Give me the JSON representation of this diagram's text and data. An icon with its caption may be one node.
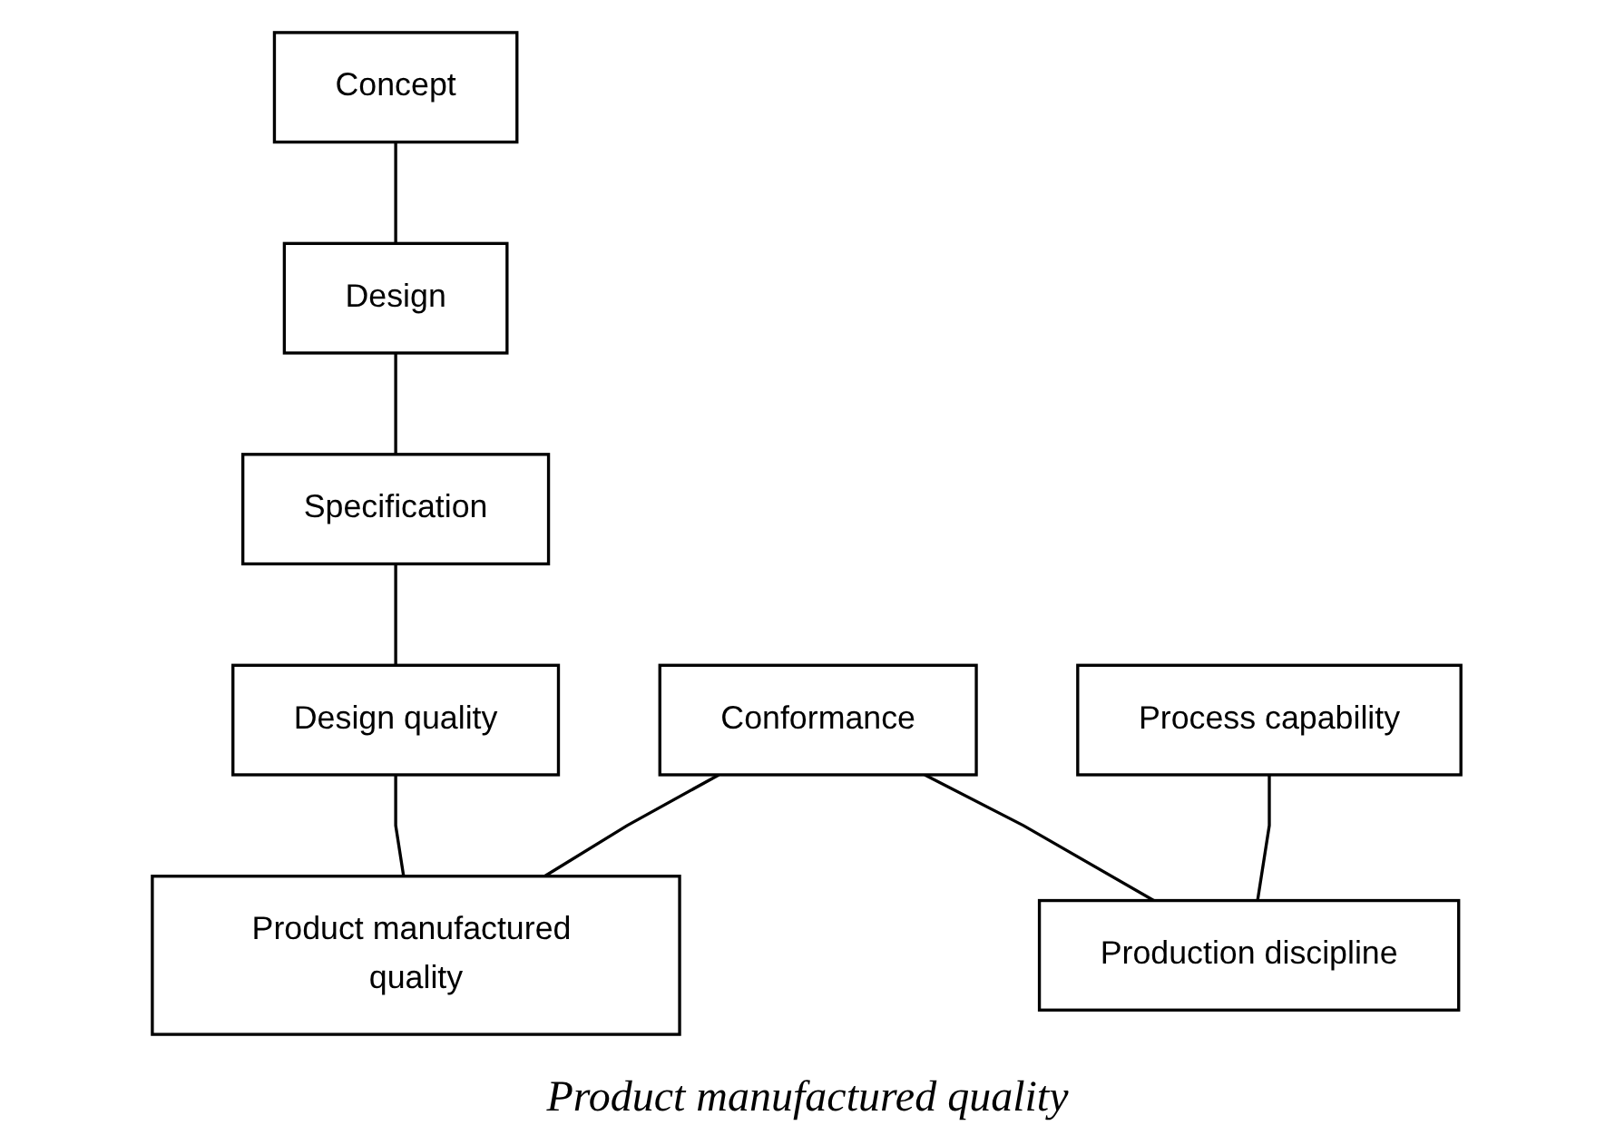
{
  "diagram": {
    "caption": "Product manufactured quality",
    "nodes": [
      {
        "text": [
          "Concept"
        ]
      },
      {
        "text": [
          "Design"
        ]
      },
      {
        "text": [
          "Specification"
        ]
      },
      {
        "text": [
          "Design quality"
        ]
      },
      {
        "text": [
          "Product manufactured quality"
        ]
      },
      {
        "text": [
          "Conformance"
        ]
      },
      {
        "text": [
          "Process capability"
        ]
      },
      {
        "text": [
          "Production discipline"
        ]
      }
    ],
    "edges": [
      {
        "from": 0,
        "to": 1,
        "arrow": "none"
      },
      {
        "from": 1,
        "to": 2,
        "arrow": "none"
      },
      {
        "from": 2,
        "to": 3,
        "arrow": "none"
      },
      {
        "from": 3,
        "to": 4,
        "arrow": "none"
      },
      {
        "from": 5,
        "to": 4,
        "arrow": "none"
      },
      {
        "from": 5,
        "to": 7,
        "arrow": "none"
      },
      {
        "from": 6,
        "to": 7,
        "arrow": "none"
      }
    ]
  }
}
